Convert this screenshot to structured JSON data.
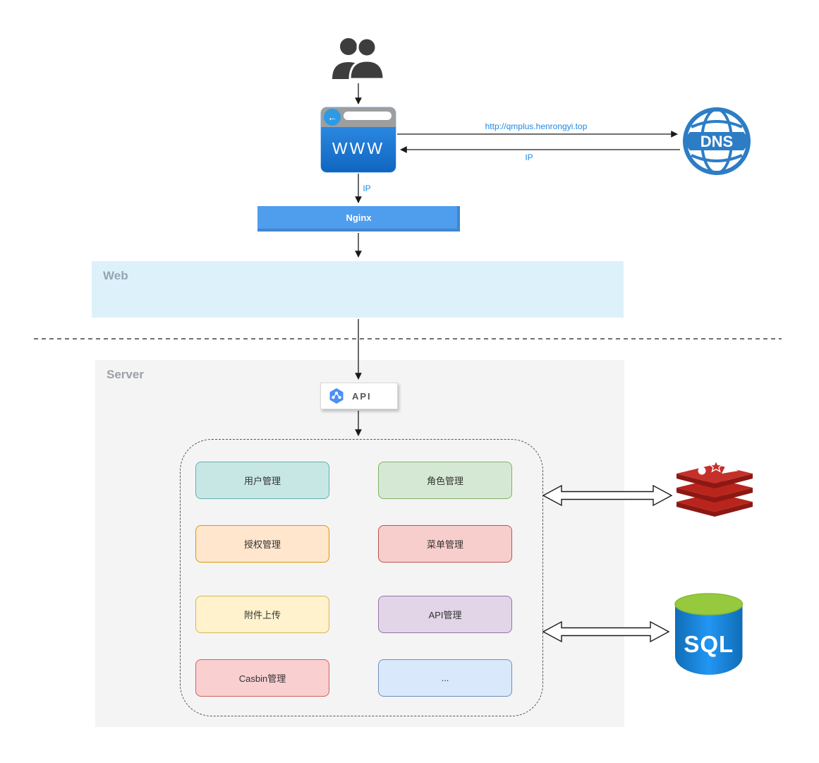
{
  "nodes": {
    "browser": "WWW",
    "dns": "DNS",
    "nginx": "Nginx",
    "api": "API",
    "sql": "SQL"
  },
  "zones": {
    "web": "Web",
    "server": "Server"
  },
  "flow": {
    "dns_request_label": "http://qmplus.henrongyi.top",
    "dns_response_label": "IP",
    "browser_to_nginx_label": "IP"
  },
  "modules": [
    {
      "label": "用户管理",
      "fill": "#c7e7e5",
      "border": "#63b0aa"
    },
    {
      "label": "角色管理",
      "fill": "#d5e8d4",
      "border": "#82b366"
    },
    {
      "label": "授权管理",
      "fill": "#ffe6cc",
      "border": "#d79b00"
    },
    {
      "label": "菜单管理",
      "fill": "#f8cecc",
      "border": "#b85450"
    },
    {
      "label": "附件上传",
      "fill": "#fff2cc",
      "border": "#d6b656"
    },
    {
      "label": "API管理",
      "fill": "#e1d5e7",
      "border": "#9673a6"
    },
    {
      "label": "Casbin管理",
      "fill": "#f9cfcf",
      "border": "#d35f5a"
    },
    {
      "label": "...",
      "fill": "#dae8fc",
      "border": "#6c8ebf"
    }
  ],
  "icons": {
    "users": "two-person-silhouette",
    "browser": "browser-window-www",
    "dns": "globe-with-dns-band",
    "api": "blue-hexagon-nodes",
    "redis": "redis-layer-stack",
    "sql": "database-cylinder-sql"
  },
  "colors": {
    "accent_blue": "#1e88e5",
    "nginx_fill": "#4f9ded",
    "web_band": "#ddf1fb",
    "server_bg": "#f4f4f4",
    "browser_body": "#1272cc",
    "dns_blue": "#2d7dc5",
    "redis_red": "#b9251c",
    "sql_body_blue": "#1787d8",
    "sql_top_green": "#97c93e"
  }
}
